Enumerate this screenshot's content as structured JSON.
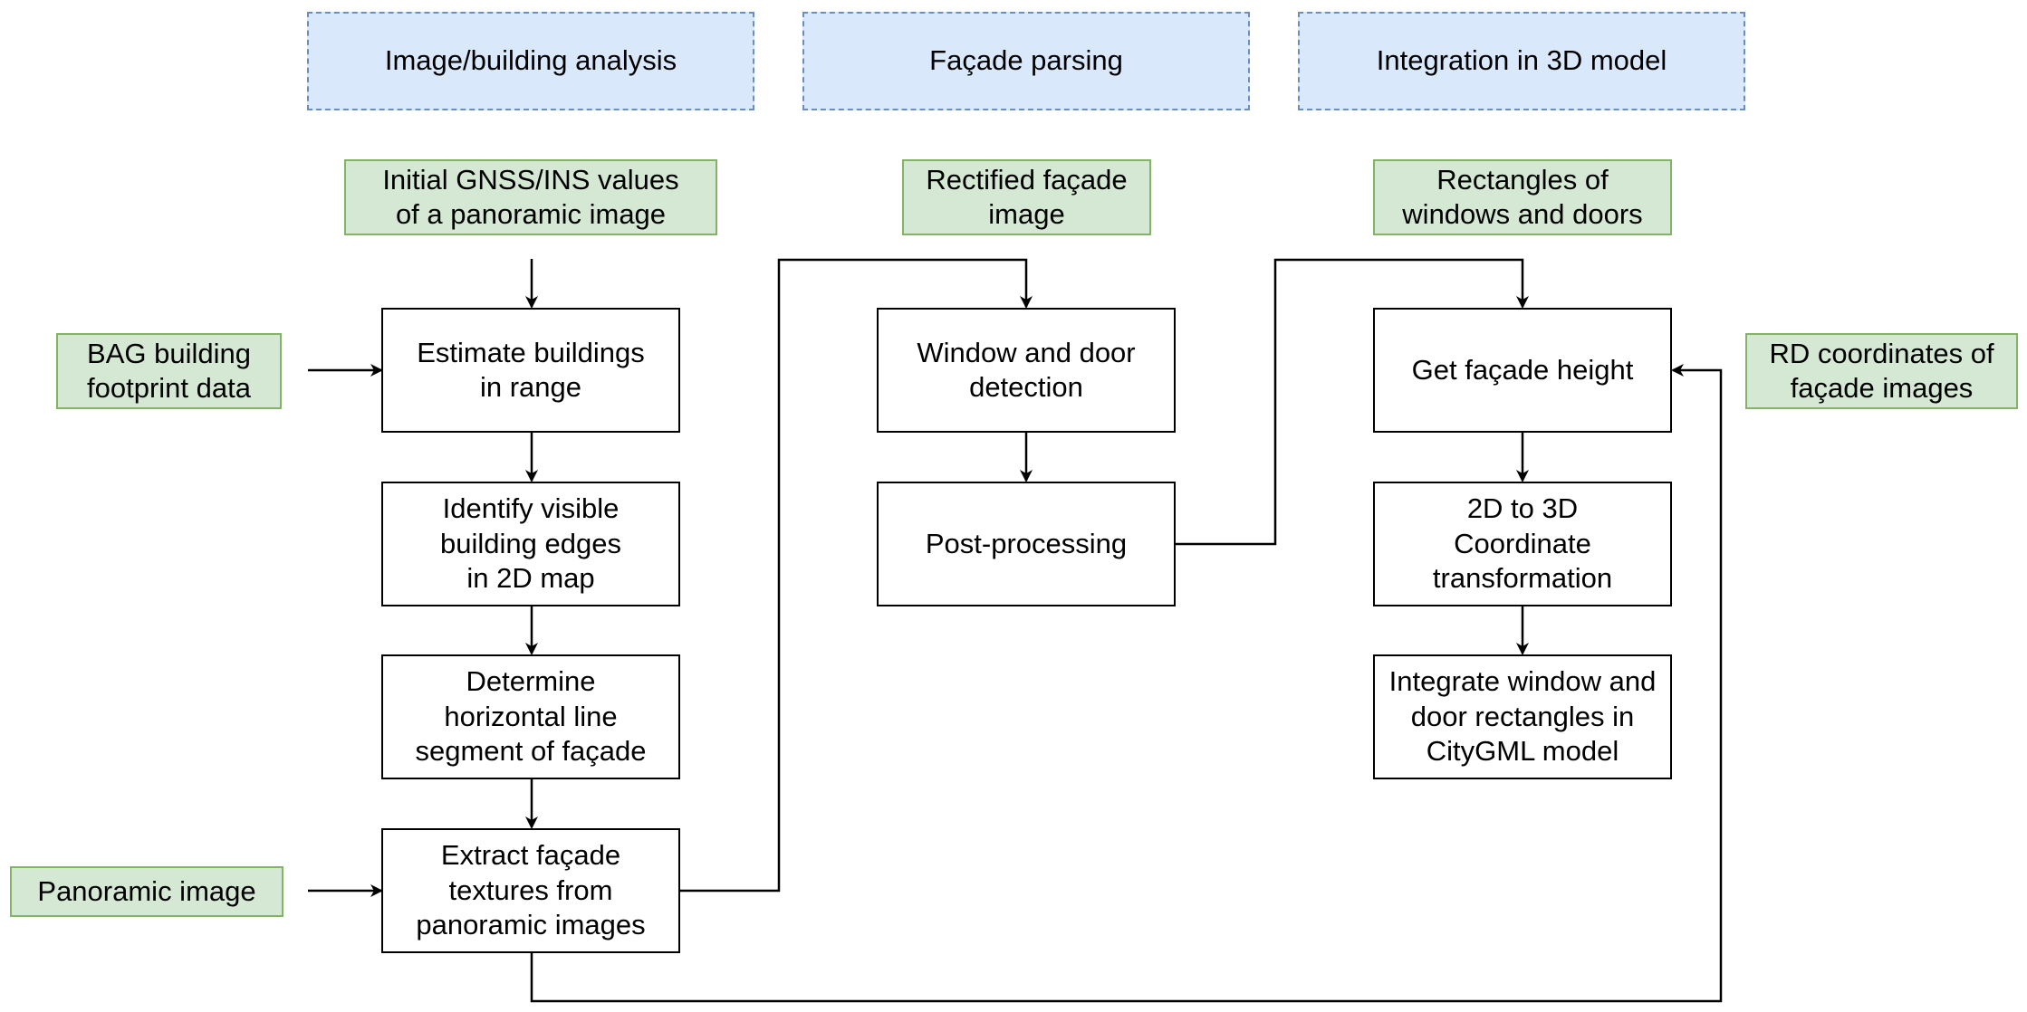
{
  "stages": {
    "image_analysis": "Image/building analysis",
    "facade_parsing": "Façade parsing",
    "integration": "Integration in 3D model"
  },
  "inputs": {
    "gnss": "Initial GNSS/INS values\nof a panoramic image",
    "bag": "BAG building\nfootprint data",
    "panoramic": "Panoramic image",
    "rectified": "Rectified façade\nimage",
    "rectangles": "Rectangles of\nwindows and doors",
    "rd_coords": "RD coordinates of\nfaçade images"
  },
  "processes": {
    "estimate": "Estimate buildings\nin range",
    "identify": "Identify visible\nbuilding edges\nin 2D map",
    "determine": "Determine\nhorizontal line\nsegment of façade",
    "extract": "Extract façade\ntextures from\npanoramic images",
    "detection": "Window and door\ndetection",
    "postprocess": "Post-processing",
    "height": "Get façade height",
    "transform": "2D to 3D\nCoordinate\ntransformation",
    "integrate": "Integrate window and\ndoor rectangles in\nCityGML model"
  },
  "colors": {
    "stage_fill": "#dae8fc",
    "stage_border": "#6c8ebf",
    "input_fill": "#d5e8d4",
    "input_border": "#82b366",
    "process_border": "#000000"
  }
}
